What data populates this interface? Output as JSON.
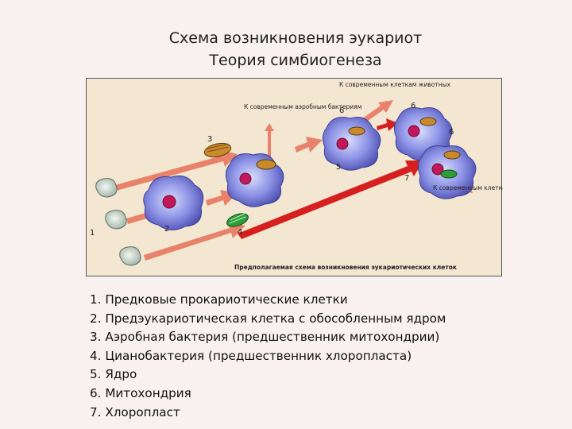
{
  "title": {
    "line1": "Схема возникновения эукариот",
    "line2": "Теория симбиогенеза"
  },
  "figure": {
    "caption": "Предполагаемая схема возникновения эукариотических клеток",
    "label_animals": "К современным клеткам животных",
    "label_bacteria": "К современным аэробным бактериям",
    "label_plants": "К современным клеткам растений",
    "numbers": [
      "1",
      "2",
      "3",
      "4",
      "5",
      "6",
      "6",
      "6",
      "7"
    ]
  },
  "legend": [
    "1. Предковые прокариотические клетки",
    "2. Предэукариотическая клетка с обособленным ядром",
    "3. Аэробная бактерия (предшественник митохондрии)",
    "4. Цианобактерия (предшественник хлоропласта)",
    "5. Ядро",
    "6. Митохондрия",
    "7. Хлоропласт"
  ],
  "colors": {
    "background": "#f8f1ef",
    "figure_bg": "#f3e7d1",
    "arrow": "#e8826a",
    "red_arrow": "#d62020",
    "cell": "#8c8fe0",
    "nucleus": "#c2185b",
    "mitochondrion": "#c98a2c",
    "chloroplast": "#2e9e3a"
  }
}
